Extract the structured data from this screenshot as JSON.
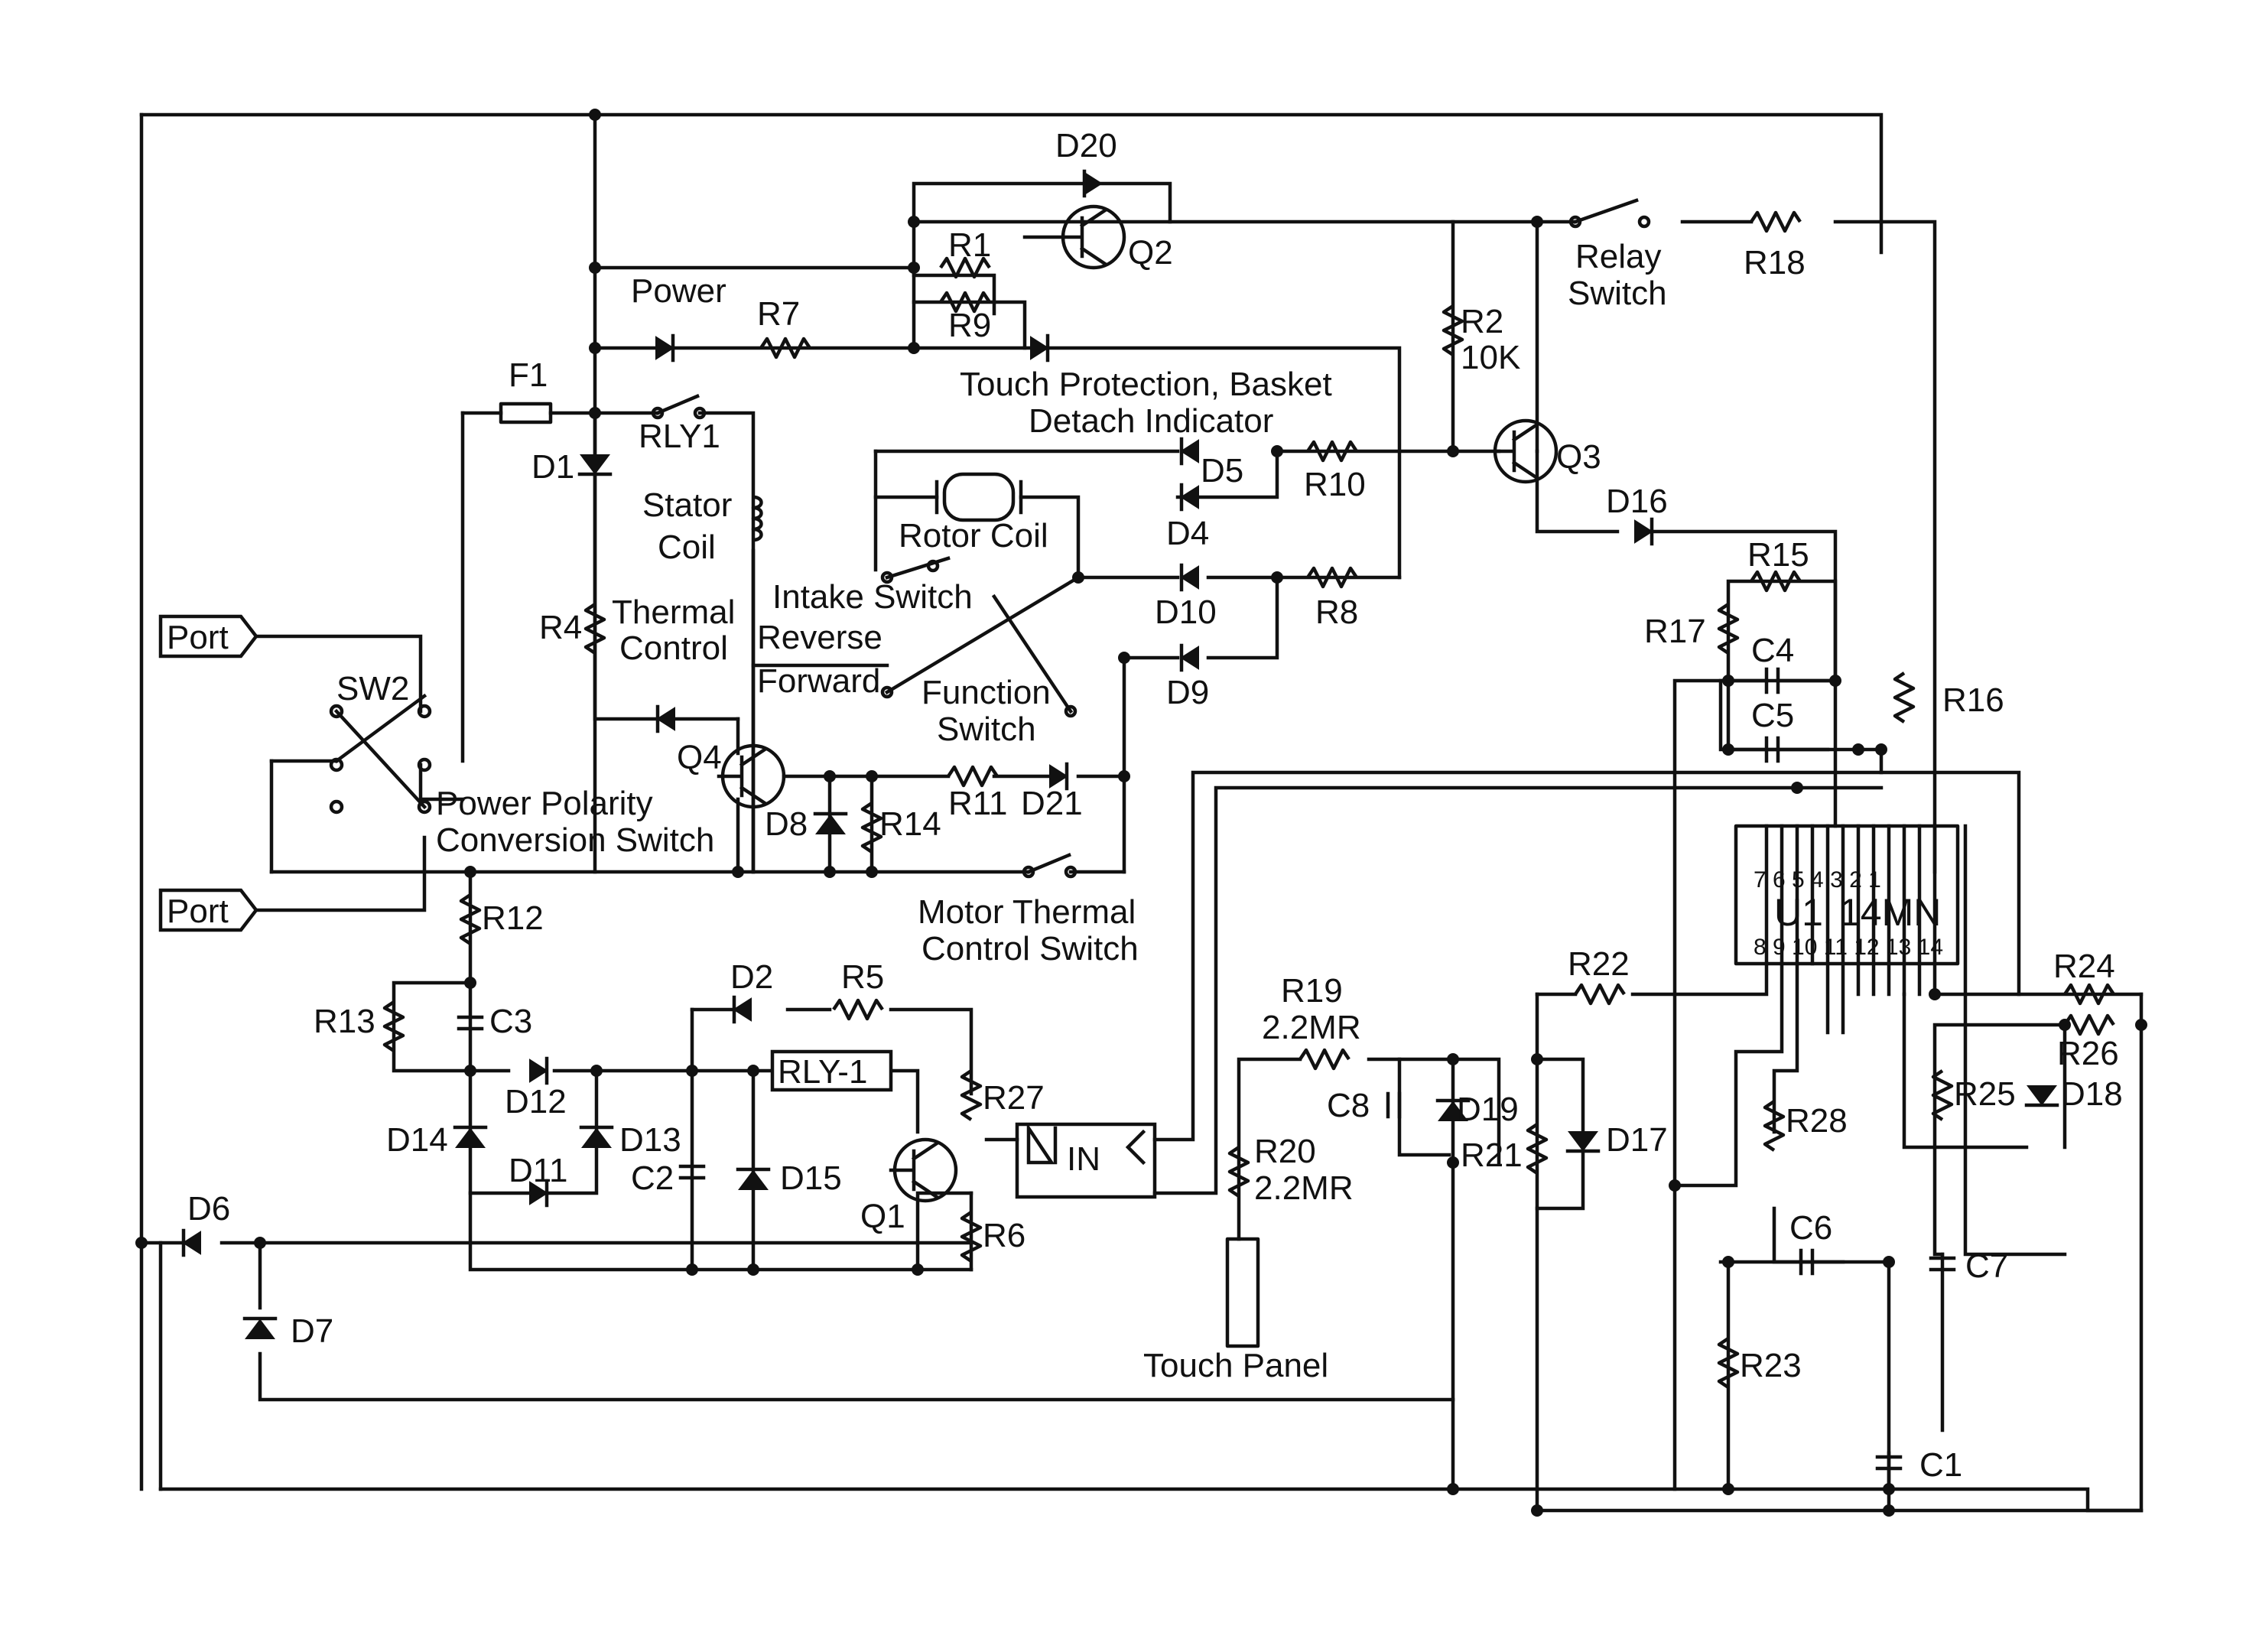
{
  "labels": {
    "d20": "D20",
    "q2": "Q2",
    "r1": "R1",
    "r9": "R9",
    "power": "Power",
    "r7": "R7",
    "relay_switch_1": "Relay",
    "relay_switch_2": "Switch",
    "r18": "R18",
    "r2": "R2",
    "r2_val": "10K",
    "touch_prot_1": "Touch Protection, Basket",
    "touch_prot_2": "Detach Indicator",
    "f1": "F1",
    "rly1": "RLY1",
    "d1": "D1",
    "d5": "D5",
    "r10": "R10",
    "q3": "Q3",
    "stator_1": "Stator",
    "stator_2": "Coil",
    "rotor_coil": "Rotor Coil",
    "d4": "D4",
    "d16": "D16",
    "r15": "R15",
    "intake_switch": "Intake Switch",
    "d10": "D10",
    "r8": "R8",
    "r4": "R4",
    "thermal_1": "Thermal",
    "thermal_2": "Control",
    "reverse": "Reverse",
    "forward": "Forward",
    "r17": "R17",
    "c4": "C4",
    "port_top": "Port",
    "port_bottom": "Port",
    "sw2": "SW2",
    "function_1": "Function",
    "function_2": "Switch",
    "d9": "D9",
    "c5": "C5",
    "r16": "R16",
    "q4": "Q4",
    "r11": "R11",
    "d21": "D21",
    "d8": "D8",
    "r14": "R14",
    "ppc_1": "Power Polarity",
    "ppc_2": "Conversion Switch",
    "pins_top": "7 6 5 4 3 2 1",
    "u1": "U1",
    "u1_part": "14MN",
    "pins_bottom": "8 9 10 11 12 13 14",
    "r12": "R12",
    "motor_thermal_1": "Motor Thermal",
    "motor_thermal_2": "Control Switch",
    "r13": "R13",
    "c3": "C3",
    "d2": "D2",
    "r5": "R5",
    "rly_1": "RLY-1",
    "r19": "R19",
    "r19_val": "2.2MR",
    "r22": "R22",
    "r24": "R24",
    "r26": "R26",
    "d12": "D12",
    "d14": "D14",
    "d13": "D13",
    "r27": "R27",
    "c8": "C8",
    "d19": "D19",
    "r28": "R28",
    "r25": "R25",
    "d18": "D18",
    "in": "IN",
    "r20": "R20",
    "r20_val": "2.2MR",
    "r21": "R21",
    "d17": "D17",
    "d11": "D11",
    "c2": "C2",
    "d15": "D15",
    "q1": "Q1",
    "r6": "R6",
    "d6": "D6",
    "c6": "C6",
    "c7": "C7",
    "d7": "D7",
    "touch_panel": "Touch Panel",
    "r23": "R23",
    "c1": "C1"
  }
}
